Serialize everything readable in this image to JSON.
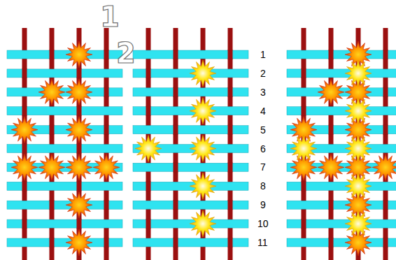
{
  "diagram": {
    "labels": [
      "1",
      "2",
      "1",
      "2",
      "3",
      "4",
      "5",
      "6",
      "7",
      "8",
      "9",
      "10",
      "11"
    ]
  }
}
